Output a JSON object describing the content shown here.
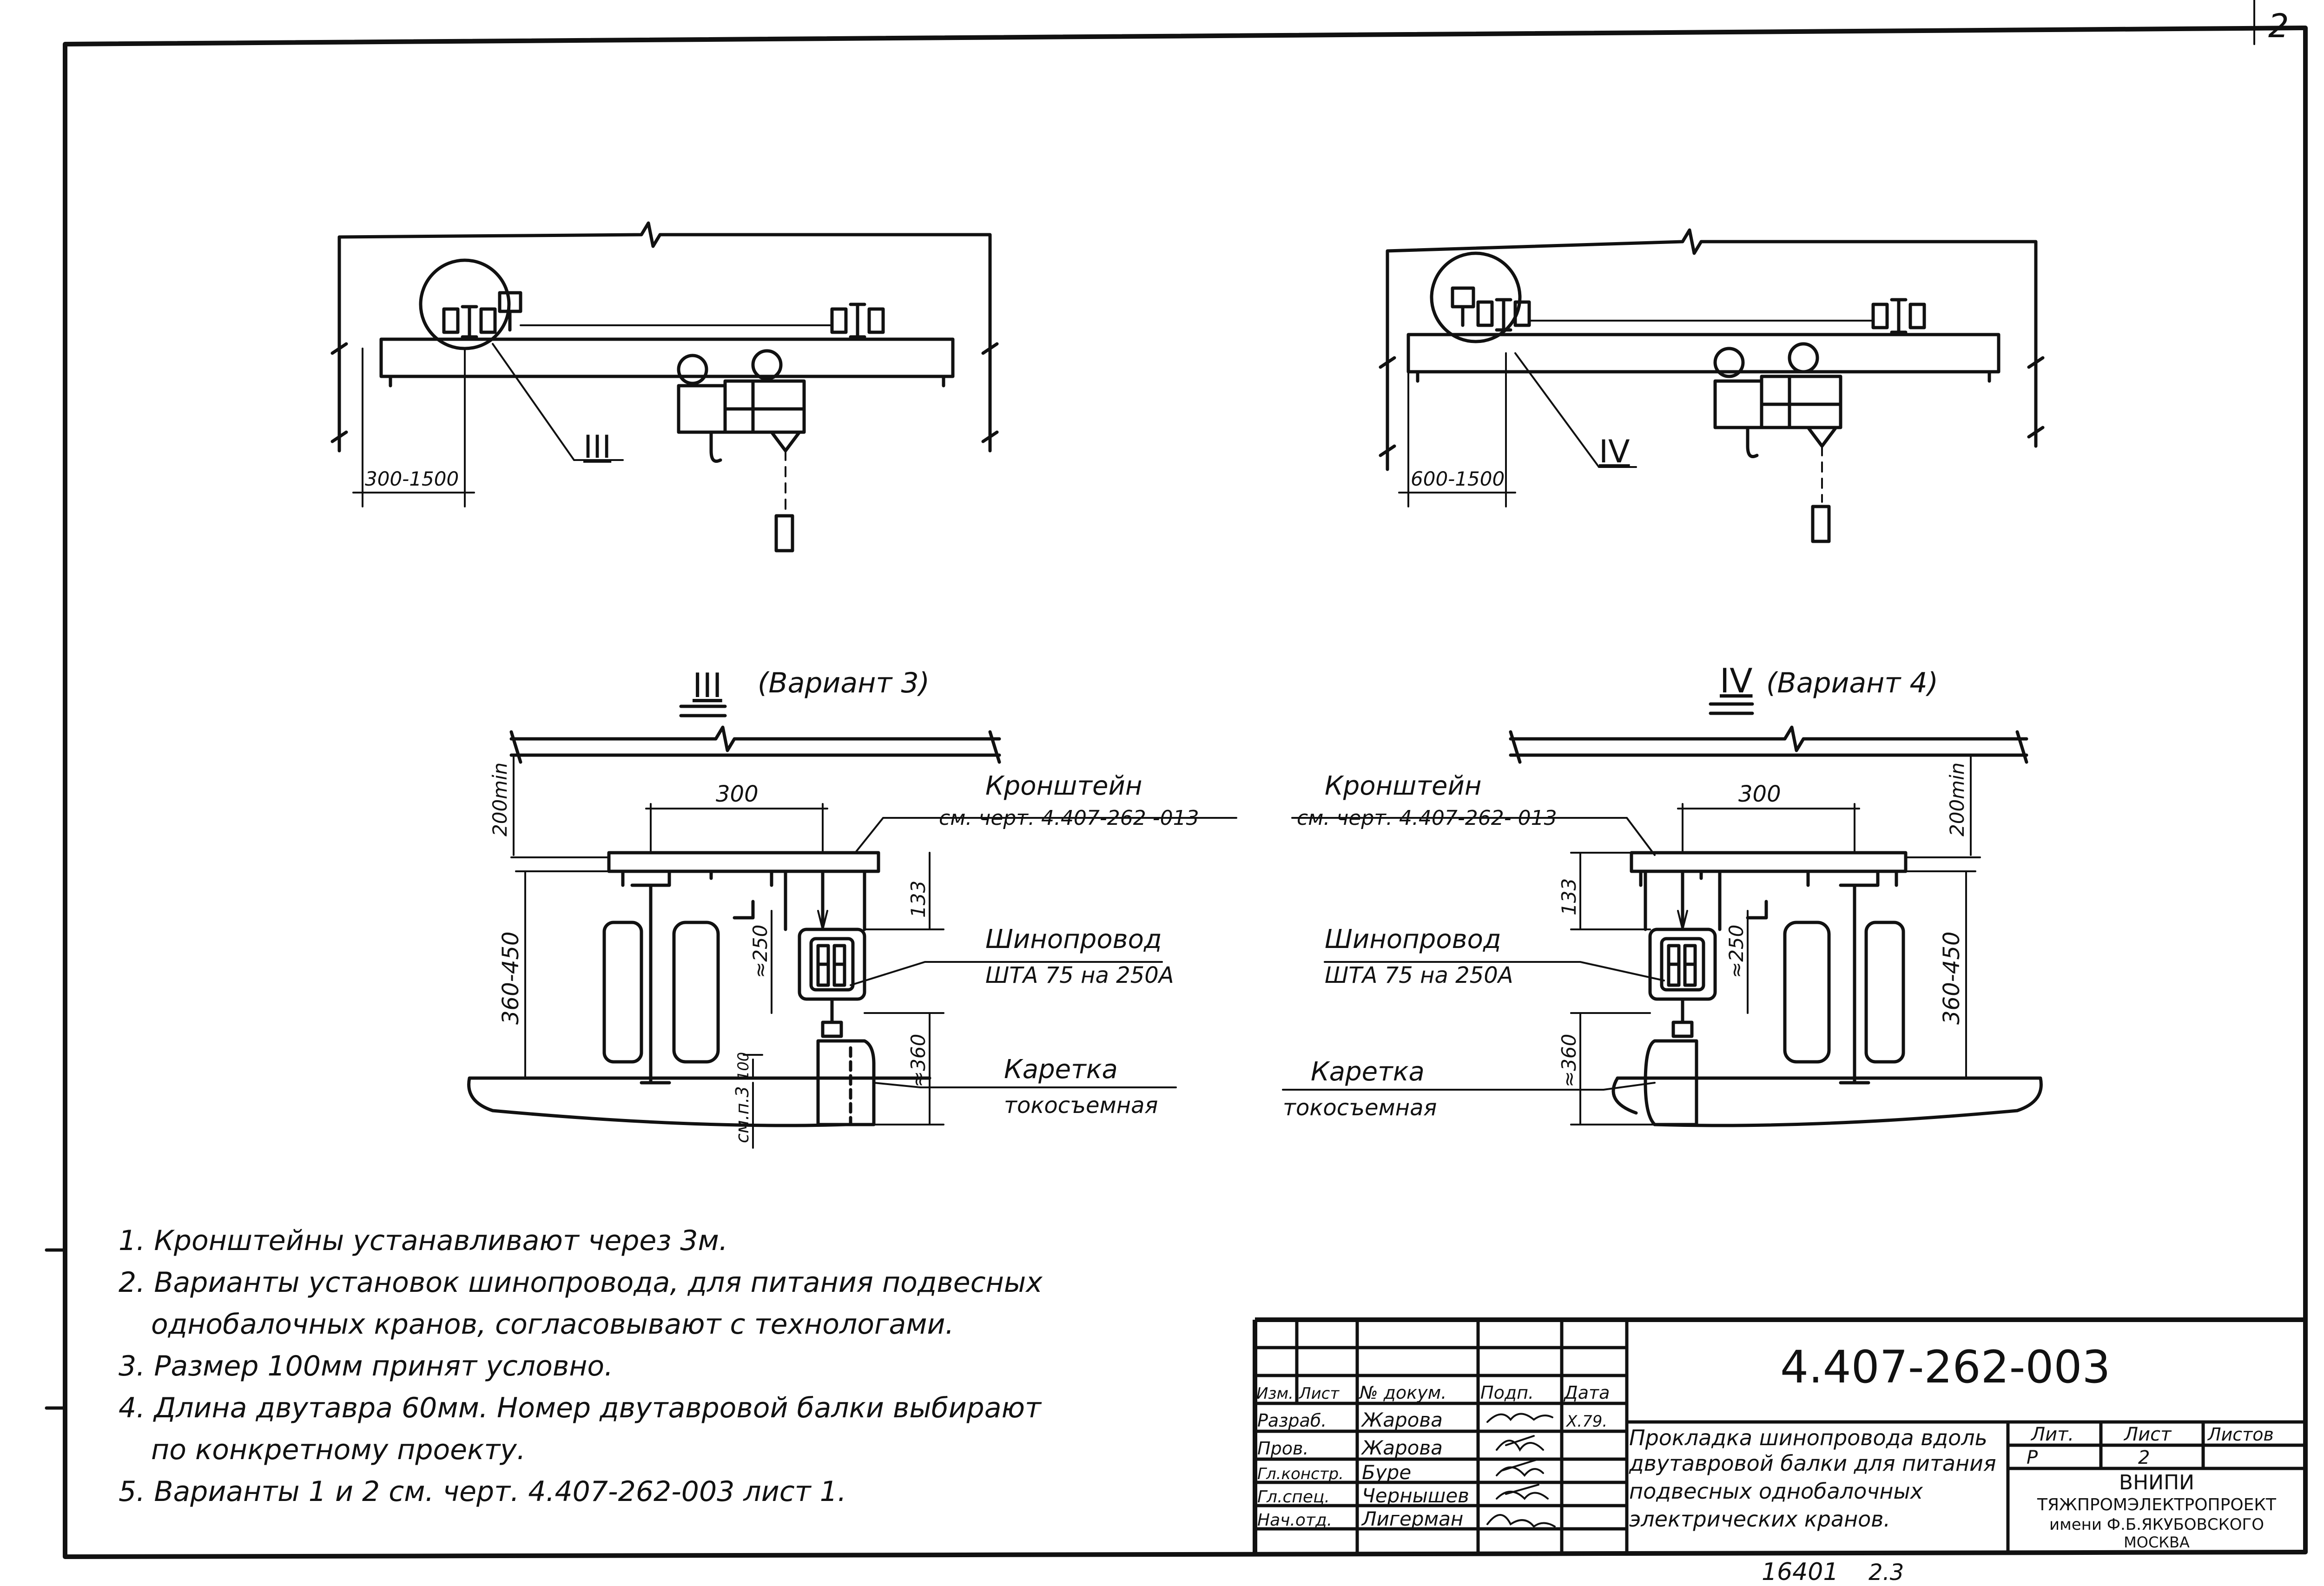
{
  "sheet": {
    "page_marker": "2",
    "drawing_code": "4.407-262-003",
    "title_lines": [
      "Прокладка шинопровода вдоль",
      "двутавровой балки для питания",
      "подвесных однобалочных",
      "электрических кранов."
    ],
    "archive_no": "16401",
    "archive_sheet": "2.3"
  },
  "overview_left": {
    "dimension": "300-1500",
    "callout": "III"
  },
  "overview_right": {
    "dimension": "600-1500",
    "callout": "IV"
  },
  "detail_left": {
    "callout": "III",
    "caption": "(Вариант 3)",
    "dim_width": "300",
    "dim_top": "200min",
    "dim_height": "360-450",
    "dim_133": "133",
    "dim_250": "≈250",
    "dim_360": "≈360",
    "dim_100": "100",
    "dim_smp": "см.п.3",
    "bracket_label": "Кронштейн",
    "bracket_ref": "см. черт. 4.407-262 -013",
    "busbar_label": "Шинопровод",
    "busbar_spec": "ШТА 75 на 250А",
    "carriage_label": "Каретка",
    "carriage_sub": "токосъемная"
  },
  "detail_right": {
    "callout": "IV",
    "caption": "(Вариант 4)",
    "dim_width": "300",
    "dim_top": "200min",
    "dim_height": "360-450",
    "dim_133": "133",
    "dim_250": "≈250",
    "dim_360": "≈360",
    "bracket_label": "Кронштейн",
    "bracket_ref": "см. черт. 4.407-262- 013",
    "busbar_label": "Шинопровод",
    "busbar_spec": "ШТА 75 на 250А",
    "carriage_label": "Каретка",
    "carriage_sub": "токосъемная"
  },
  "notes": [
    "1. Кронштейны устанавливают через 3м.",
    "2. Варианты установок шинопровода, для питания подвесных",
    "однобалочных кранов, согласовывают с технологами.",
    "3. Размер 100мм принят условно.",
    "4. Длина двутавра 60мм. Номер двутавровой балки выбирают",
    "по конкретному проекту.",
    "5. Варианты 1 и 2 см. черт. 4.407-262-003 лист 1."
  ],
  "title_block": {
    "headers": [
      "Изм.",
      "Лист",
      "№ докум.",
      "Подп.",
      "Дата"
    ],
    "roles": [
      "Разраб.",
      "Пров.",
      "Гл.констр.",
      "Гл.спец.",
      "Нач.отд."
    ],
    "names": [
      "Жарова",
      "Жарова",
      "Буре",
      "Чернышев",
      "Лигерман"
    ],
    "date": "X.79.",
    "lit_header": "Лит.",
    "sheet_header": "Лист",
    "sheets_header": "Листов",
    "lit_value": "Р",
    "sheet_value": "2",
    "org_lines": [
      "ВНИПИ",
      "ТЯЖПРОМЭЛЕКТРОПРОЕКТ",
      "имени Ф.Б.ЯКУБОВСКОГО",
      "МОСКВА"
    ]
  }
}
